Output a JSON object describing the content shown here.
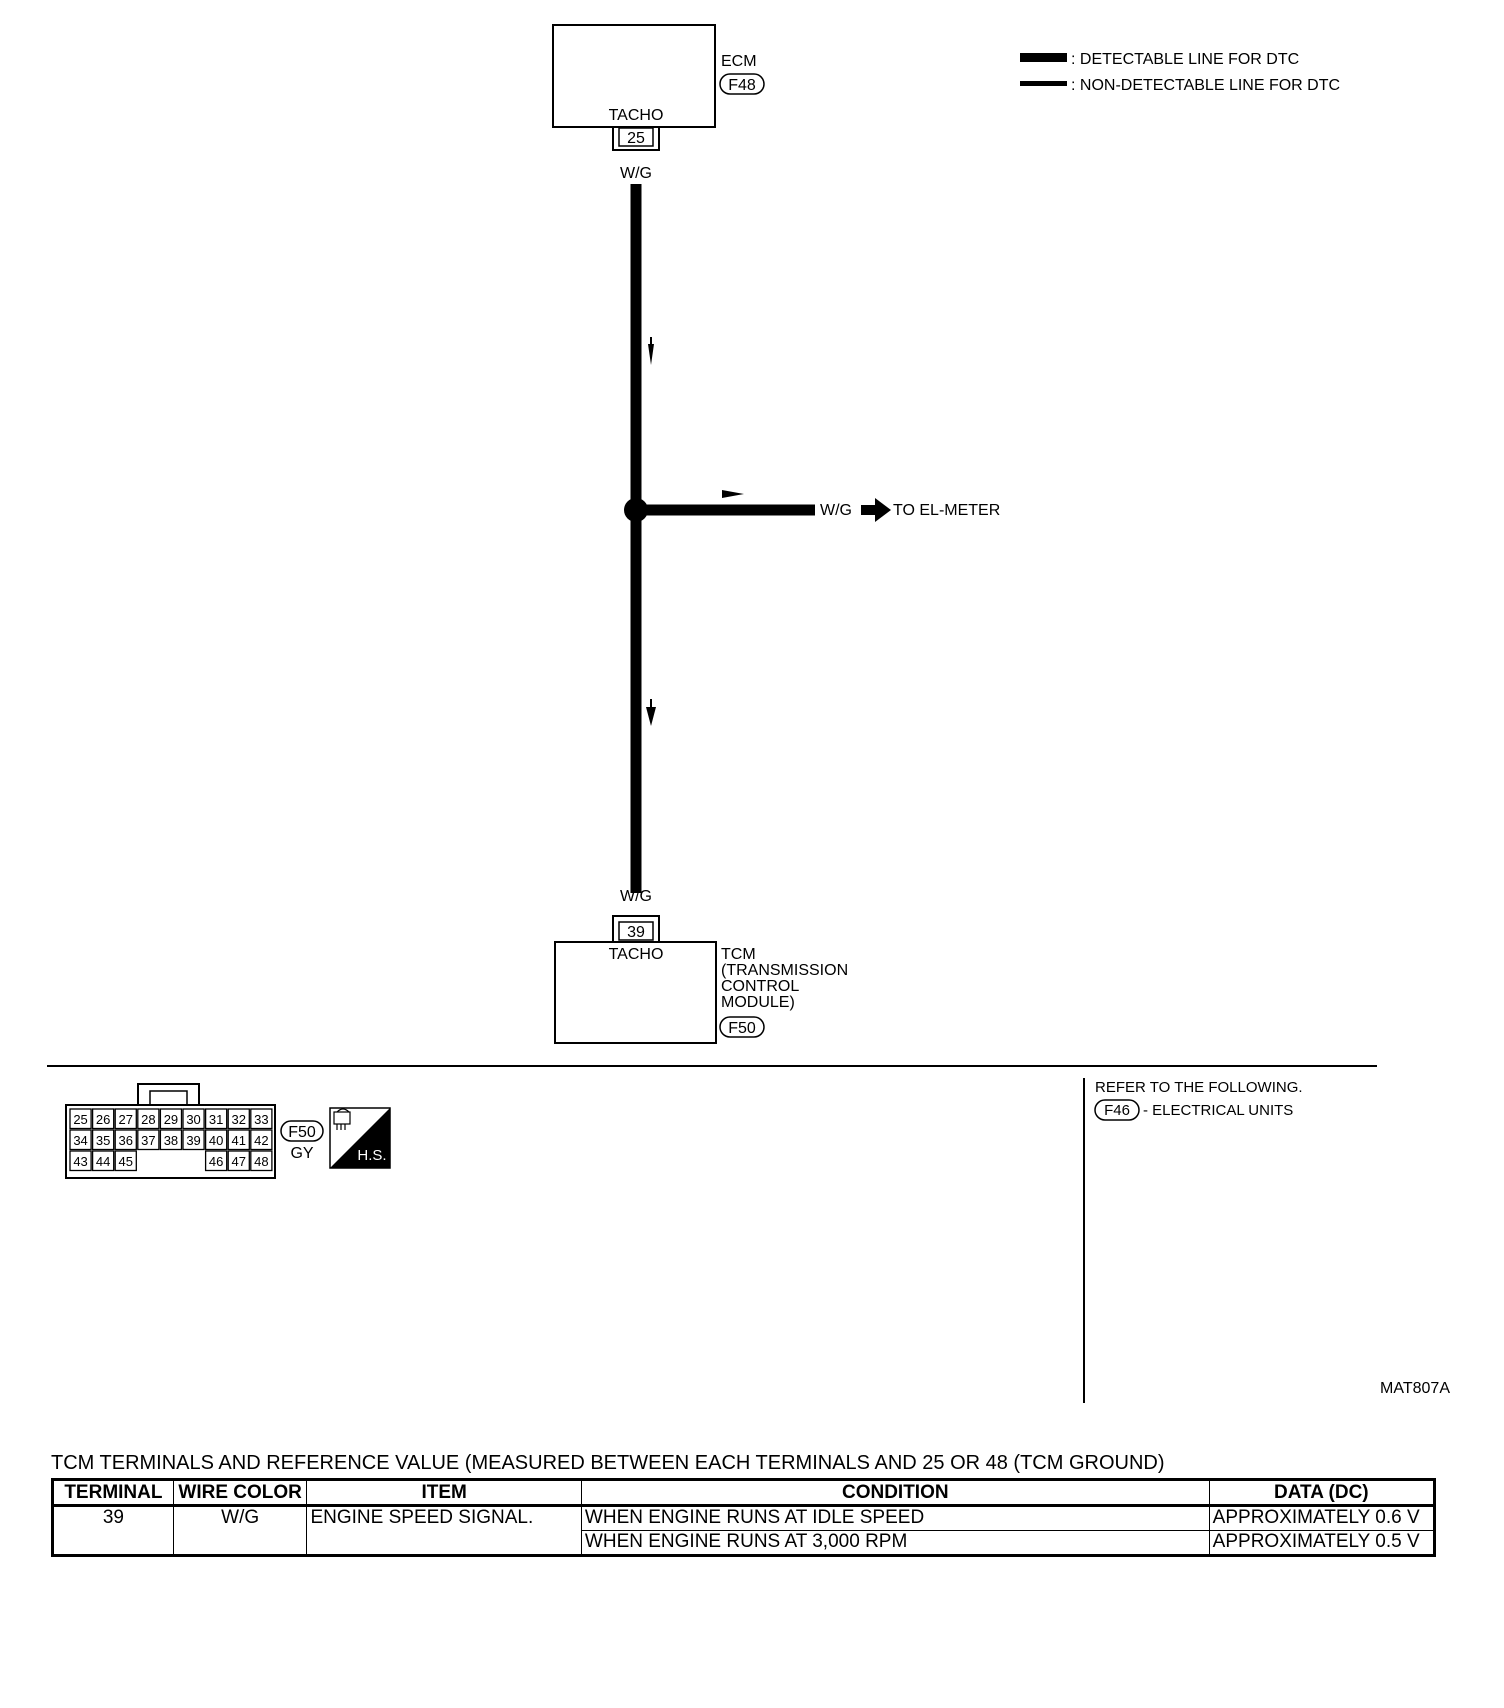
{
  "legend": {
    "detectable": ": DETECTABLE LINE FOR DTC",
    "non_detectable": ": NON-DETECTABLE LINE FOR DTC"
  },
  "ecm": {
    "name": "ECM",
    "connector": "F48",
    "terminal_name": "TACHO",
    "terminal_no": "25",
    "wire_color": "W/G"
  },
  "branch": {
    "wire_color": "W/G",
    "destination": "TO EL-METER"
  },
  "tcm": {
    "wire_color": "W/G",
    "terminal_no": "39",
    "terminal_name": "TACHO",
    "name_lines": [
      "TCM",
      "(TRANSMISSION",
      "CONTROL",
      "MODULE)"
    ],
    "connector": "F50"
  },
  "connector_view": {
    "rows": [
      [
        "25",
        "26",
        "27",
        "28",
        "29",
        "30",
        "31",
        "32",
        "33"
      ],
      [
        "34",
        "35",
        "36",
        "37",
        "38",
        "39",
        "40",
        "41",
        "42"
      ],
      [
        "43",
        "44",
        "45",
        "",
        "",
        "",
        "46",
        "47",
        "48"
      ]
    ],
    "id": "F50",
    "color": "GY",
    "badge": "H.S."
  },
  "refer": {
    "line1": "REFER TO THE FOLLOWING.",
    "connector": "F46",
    "text": "- ELECTRICAL UNITS"
  },
  "figure_code": "MAT807A",
  "table": {
    "caption": "TCM TERMINALS AND REFERENCE VALUE (MEASURED BETWEEN EACH TERMINALS AND 25 OR 48 (TCM GROUND)",
    "headers": [
      "TERMINAL",
      "WIRE COLOR",
      "ITEM",
      "CONDITION",
      "DATA (DC)"
    ],
    "terminal": "39",
    "wire_color": "W/G",
    "item": "ENGINE SPEED SIGNAL.",
    "rows": [
      {
        "condition": "WHEN ENGINE RUNS AT IDLE SPEED",
        "data": "APPROXIMATELY 0.6 V"
      },
      {
        "condition": "WHEN ENGINE RUNS AT 3,000 RPM",
        "data": "APPROXIMATELY 0.5 V"
      }
    ]
  }
}
